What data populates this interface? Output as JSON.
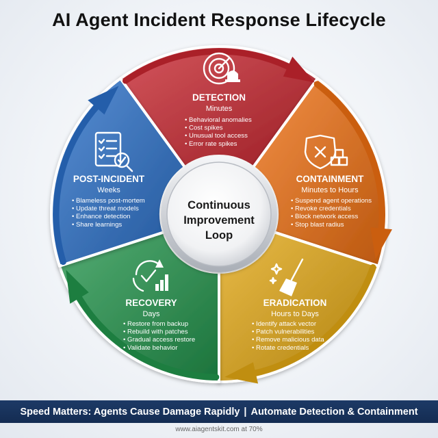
{
  "title": "AI Agent Incident Response Lifecycle",
  "center": {
    "lines": [
      "Continuous",
      "Improvement",
      "Loop"
    ]
  },
  "phases": [
    {
      "id": "detection",
      "name": "DETECTION",
      "time": "Minutes",
      "color": "#c8262f",
      "icon": "radar-alert-icon",
      "items": [
        "Behavioral anomalies",
        "Cost spikes",
        "Unusual tool access",
        "Error rate spikes"
      ]
    },
    {
      "id": "containment",
      "name": "CONTAINMENT",
      "time": "Minutes to Hours",
      "color": "#ee6f12",
      "icon": "shield-boxes-icon",
      "items": [
        "Suspend agent operations",
        "Revoke credentials",
        "Block network access",
        "Stop blast radius"
      ]
    },
    {
      "id": "eradication",
      "name": "ERADICATION",
      "time": "Hours to Days",
      "color": "#e2a713",
      "icon": "broom-icon",
      "items": [
        "Identify attack vector",
        "Patch vulnerabilities",
        "Remove malicious data",
        "Rotate credentials"
      ]
    },
    {
      "id": "recovery",
      "name": "RECOVERY",
      "time": "Days",
      "color": "#22944b",
      "icon": "recovery-chart-icon",
      "items": [
        "Restore from backup",
        "Rebuild with patches",
        "Gradual access restore",
        "Validate behavior"
      ]
    },
    {
      "id": "post-incident",
      "name": "POST-INCIDENT",
      "time": "Weeks",
      "color": "#2a6fc8",
      "icon": "checklist-magnifier-icon",
      "items": [
        "Blameless post-mortem",
        "Update threat models",
        "Enhance detection",
        "Share learnings"
      ]
    }
  ],
  "banner": {
    "left": "Speed Matters: Agents Cause Damage Rapidly",
    "separator": "|",
    "right": "Automate Detection & Containment"
  },
  "footer": "www.aiagentskit.com at 70%"
}
